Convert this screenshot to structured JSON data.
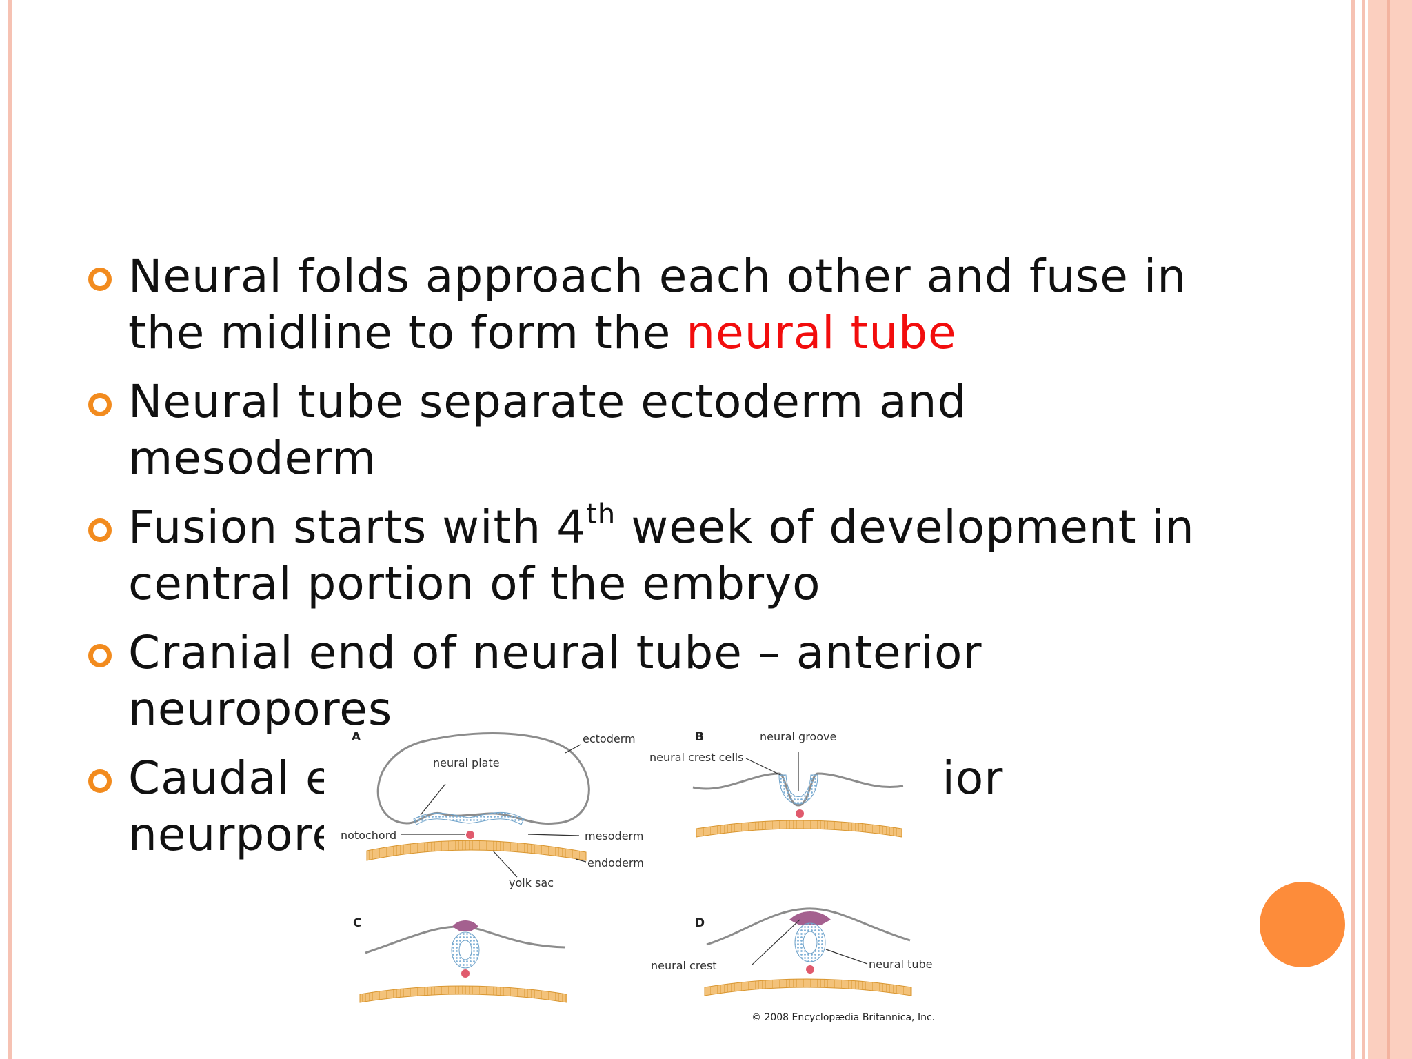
{
  "bullets": [
    {
      "text": "Neural folds approach each other and fuse in the midline to form the ",
      "highlight": "neural tube"
    },
    {
      "text": "Neural tube separate ectoderm and mesoderm"
    },
    {
      "pre": "Fusion starts with 4",
      "sup": "th",
      "post": " week of development in central portion of the embryo"
    },
    {
      "text": "Cranial end of neural tube – anterior neuropores"
    },
    {
      "text": "Caudal end of neural tube – posterior neurpores"
    }
  ],
  "figure": {
    "panels": [
      "A",
      "B",
      "C",
      "D"
    ],
    "labels": {
      "ectoderm": "ectoderm",
      "neural_plate": "neural plate",
      "notochord": "notochord",
      "mesoderm": "mesoderm",
      "endoderm": "endoderm",
      "yolk_sac": "yolk sac",
      "neural_groove": "neural groove",
      "neural_crest_cells": "neural crest cells",
      "neural_crest": "neural crest",
      "neural_tube": "neural tube"
    },
    "copyright": "© 2008 Encyclopædia Britannica, Inc."
  },
  "colors": {
    "bullet": "#f28b1e",
    "highlight": "#f20d0d",
    "accent_circle": "#fd8c3a",
    "frame": "#f6c2b3"
  }
}
